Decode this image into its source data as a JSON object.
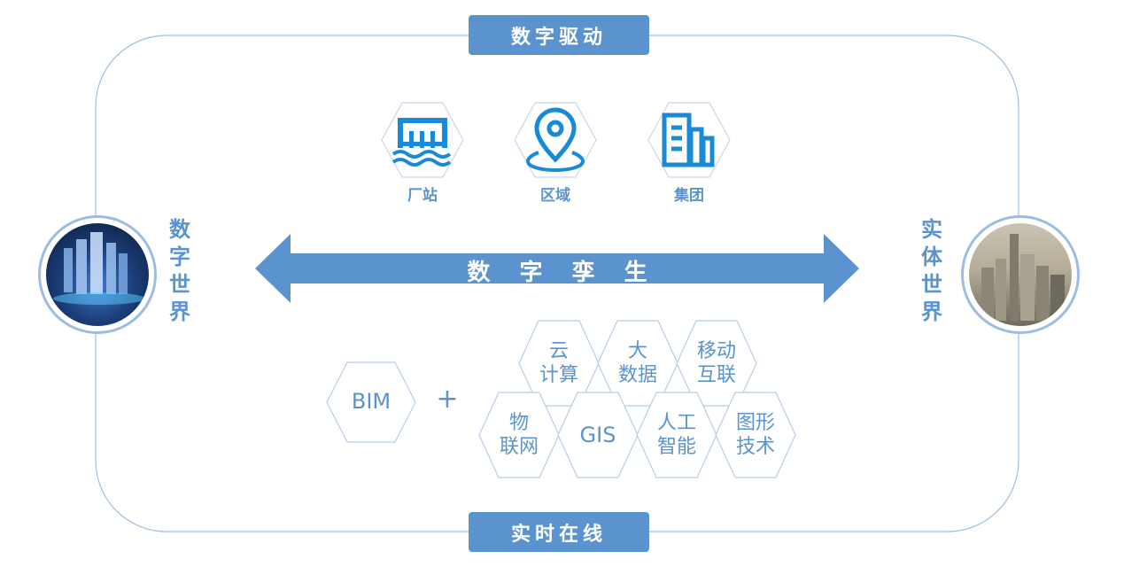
{
  "top_pill": "数字驱动",
  "bottom_pill": "实时在线",
  "left_label": [
    "数",
    "字",
    "世",
    "界"
  ],
  "right_label": [
    "实",
    "体",
    "世",
    "界"
  ],
  "arrow_label": "数 字 孪 生",
  "scopes": [
    {
      "label": "厂站",
      "icon": "factory-water-icon"
    },
    {
      "label": "区域",
      "icon": "location-pin-icon"
    },
    {
      "label": "集团",
      "icon": "buildings-icon"
    }
  ],
  "bim_label": "BIM",
  "plus_sign": "+",
  "technologies": [
    {
      "lines": [
        "云",
        "计算"
      ]
    },
    {
      "lines": [
        "大",
        "数据"
      ]
    },
    {
      "lines": [
        "移动",
        "互联"
      ]
    },
    {
      "lines": [
        "物",
        "联网"
      ]
    },
    {
      "lines": [
        "GIS"
      ]
    },
    {
      "lines": [
        "人工",
        "智能"
      ]
    },
    {
      "lines": [
        "图形",
        "技术"
      ]
    }
  ],
  "colors": {
    "accent": "#5b93cf",
    "line": "#9dbde0",
    "hex_stroke": "#b5cde8"
  }
}
